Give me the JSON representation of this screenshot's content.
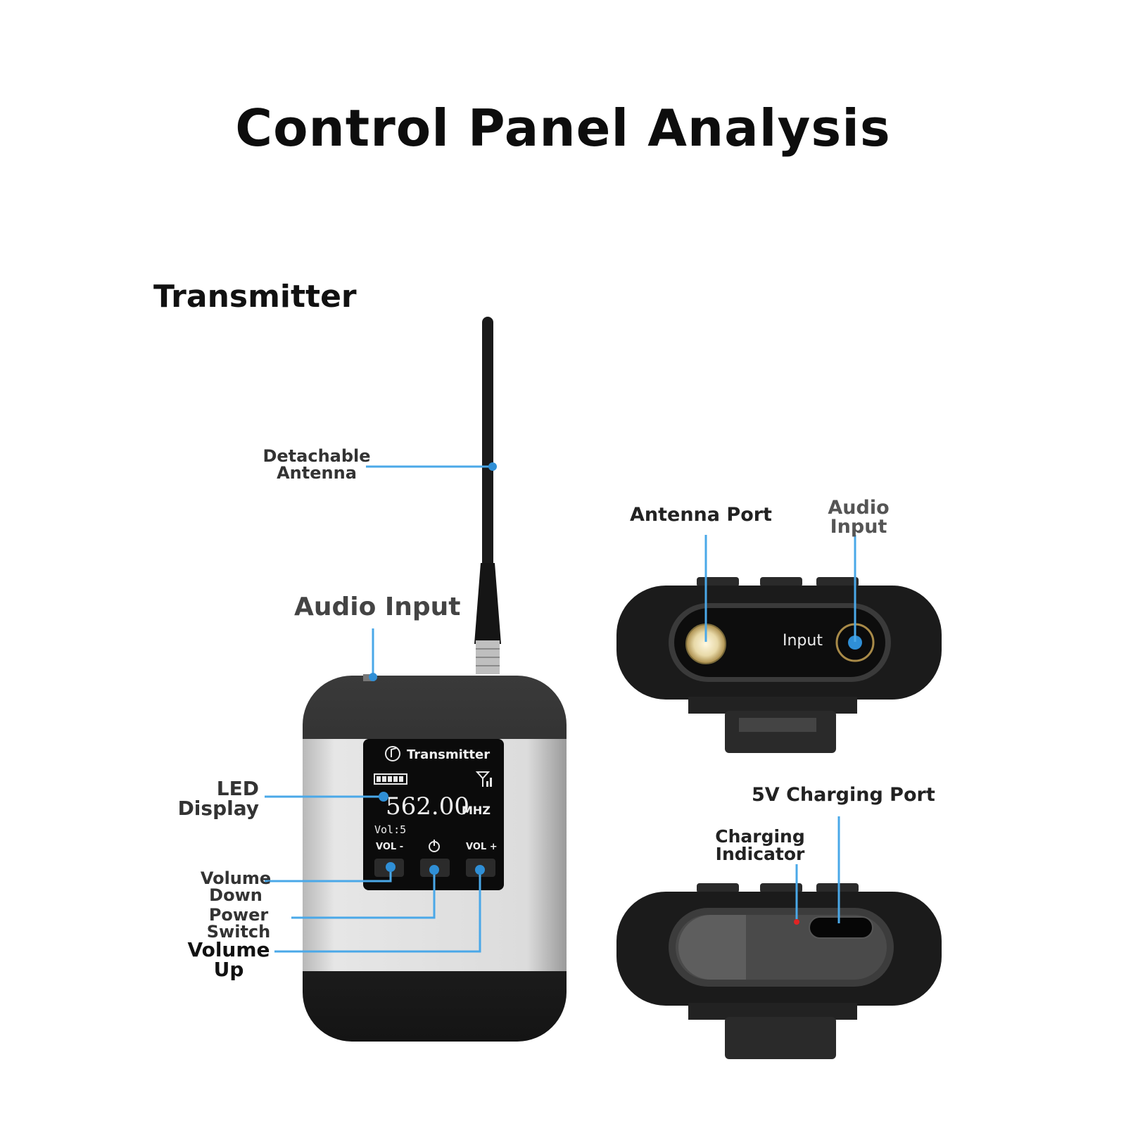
{
  "title": "Control Panel Analysis",
  "section": "Transmitter",
  "labels": {
    "antenna": [
      "Detachable",
      "Antenna"
    ],
    "audio_input_top": "Audio Input",
    "led_display": [
      "LED",
      "Display"
    ],
    "volume_down": [
      "Volume",
      "Down"
    ],
    "power_switch": [
      "Power",
      "Switch"
    ],
    "volume_up": [
      "Volume",
      "Up"
    ],
    "antenna_port": "Antenna Port",
    "audio_input_side": [
      "Audio",
      "Input"
    ],
    "charging_port": "5V Charging Port",
    "charging_indicator": [
      "Charging",
      "Indicator"
    ]
  },
  "screen": {
    "header": "Transmitter",
    "frequency": "562.00",
    "unit": "MHZ",
    "volume": "Vol:5",
    "btn_vol_down": "VOL -",
    "btn_vol_up": "VOL +"
  },
  "side_panel_text": "Input",
  "colors": {
    "callout": "#4aa8e8",
    "body_dark": "#1c1c1c",
    "body_silver": "#d9d9d9",
    "screen": "#0b0b0b"
  },
  "icons": [
    "music-note-icon",
    "battery-icon",
    "signal-icon",
    "power-icon"
  ]
}
